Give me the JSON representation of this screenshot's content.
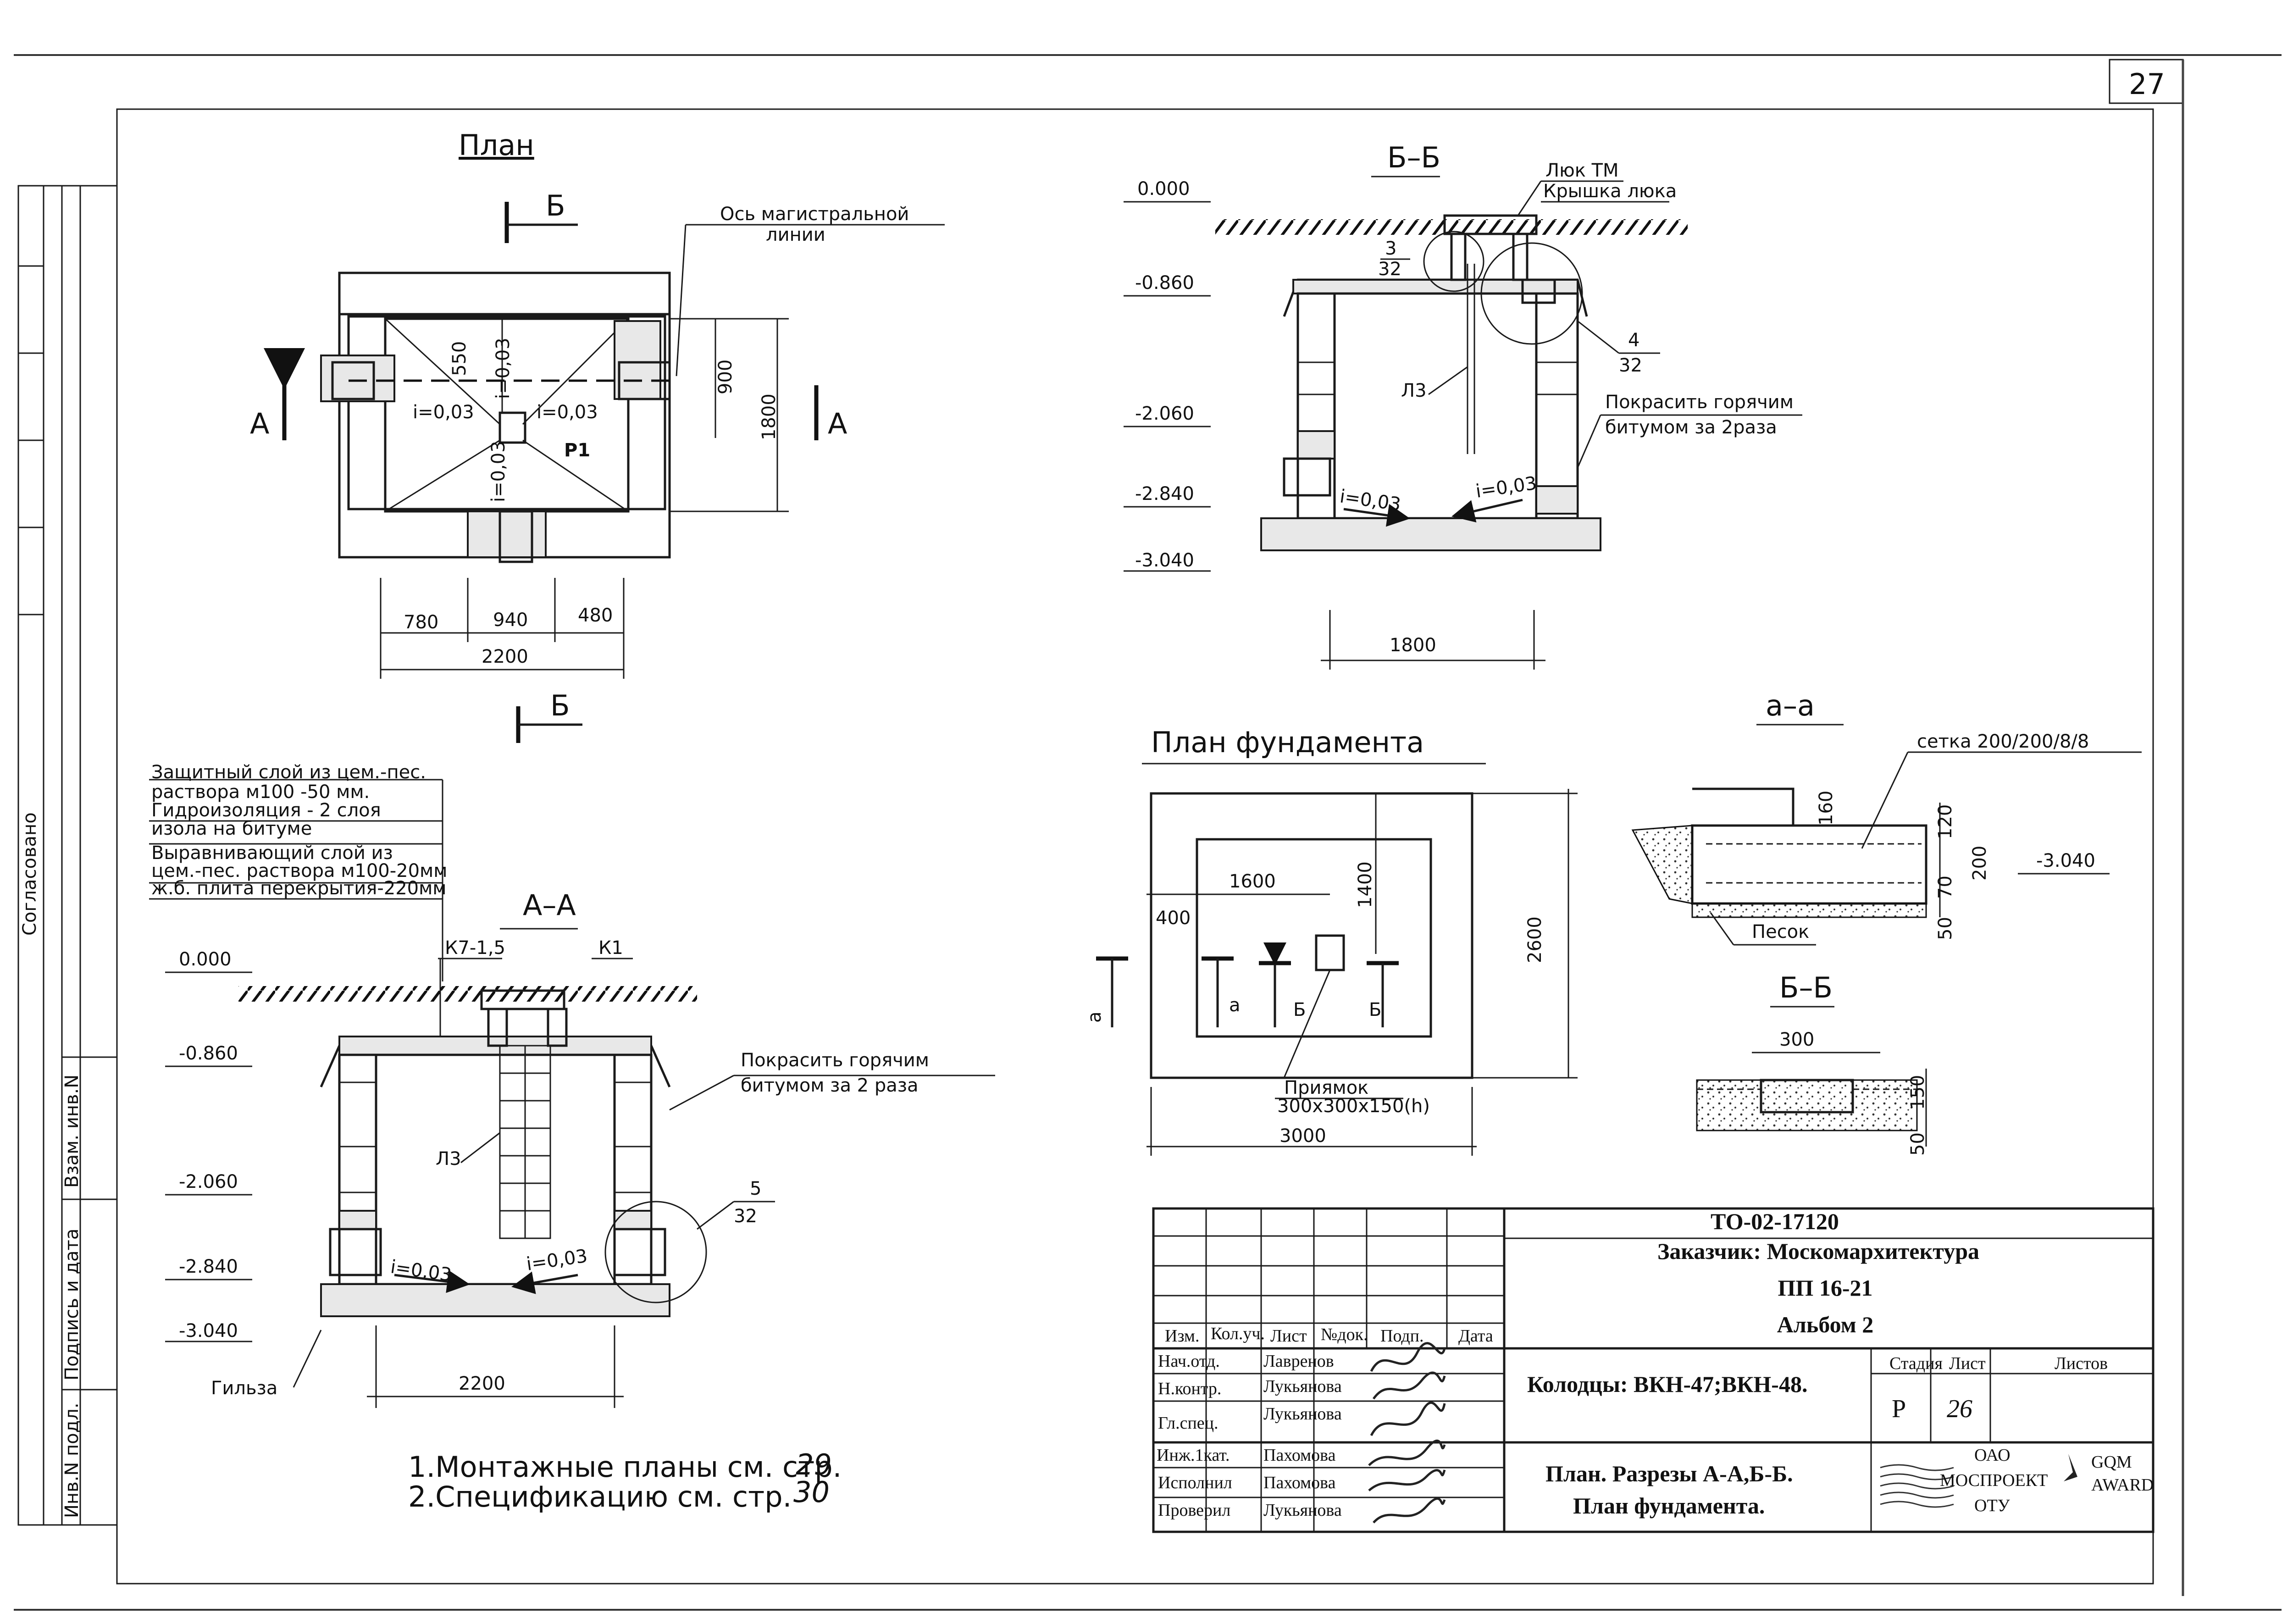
{
  "sheet": {
    "page_number": "27",
    "stamp_vertical": "Согласовано",
    "side_stamp": [
      "Взам. инв.N",
      "Подпись и дата",
      "Инв.N подл."
    ]
  },
  "plan": {
    "title": "План",
    "section_mark": "Б",
    "section_a": "А",
    "axis_note_1": "Ось магистральной",
    "axis_note_2": "линии",
    "slope": "i=0,03",
    "label_p1": "Р1",
    "dim_550": "550",
    "dim_900": "900",
    "dim_1800": "1800",
    "dim_780": "780",
    "dim_940": "940",
    "dim_480": "480",
    "dim_2200": "2200"
  },
  "section_bb": {
    "title": "Б–Б",
    "note_luk": "Люк ТМ",
    "note_cover": "Крышка люка",
    "lvl_0": "0.000",
    "lvl_1": "-0.860",
    "lvl_2": "-2.060",
    "lvl_3": "-2.840",
    "lvl_4": "-3.040",
    "ref3_top": "3",
    "ref3_bot": "32",
    "ref4_top": "4",
    "ref4_bot": "32",
    "ladder": "Л3",
    "paint_1": "Покрасить горячим",
    "paint_2": "битумом за 2раза",
    "slope": "i=0,03",
    "dim_1800": "1800"
  },
  "layers": {
    "l1": "Защитный слой из цем.-пес.",
    "l2": "раствора м100 -50 мм.",
    "l3": "Гидроизоляция - 2 слоя",
    "l4": "изола на битуме",
    "l5": "Выравнивающий слой из",
    "l6": "цем.-пес. раствора м100-20мм",
    "l7": "ж.б. плита перекрытия-220мм"
  },
  "section_aa": {
    "title": "А–А",
    "k7": "К7-1,5",
    "k1": "К1",
    "lvl_0": "0.000",
    "lvl_1": "-0.860",
    "lvl_2": "-2.060",
    "lvl_3": "-2.840",
    "lvl_4": "-3.040",
    "ladder": "Л3",
    "paint_1": "Покрасить горячим",
    "paint_2": "битумом за 2 раза",
    "ref5_top": "5",
    "ref5_bot": "32",
    "slope": "i=0,03",
    "sleeve": "Гильза",
    "dim_2200": "2200"
  },
  "foundation": {
    "title": "План фундамента",
    "dim_1600": "1600",
    "dim_400": "400",
    "dim_1400": "1400",
    "dim_2600": "2600",
    "dim_3000": "3000",
    "mark_a": "а",
    "mark_b": "Б",
    "pit_1": "Приямок",
    "pit_2": "300х300х150(h)"
  },
  "section_a_small": {
    "title": "а–а",
    "mesh": "сетка 200/200/8/8",
    "dim_160": "160",
    "dim_120": "120",
    "dim_200": "200",
    "dim_70": "70",
    "dim_50": "50",
    "lvl": "-3.040",
    "sand": "Песок"
  },
  "section_b_small": {
    "title": "Б–Б",
    "dim_300": "300",
    "dim_150": "150",
    "dim_50": "50"
  },
  "notes": {
    "n1": "1.Монтажные планы см. стр.",
    "n1_page": "29",
    "n2": "2.Спецификацию см. стр.",
    "n2_page": "30"
  },
  "titleblock": {
    "code": "ТО-02-17120",
    "customer": "Заказчик: Москомархитектура",
    "project": "ПП 16-21",
    "album": "Альбом 2",
    "object": "Колодцы: ВКН-47;ВКН-48.",
    "content_1": "План. Разрезы А-А,Б-Б.",
    "content_2": "План фундамента.",
    "h_izm": "Изм.",
    "h_koluch": "Кол.уч.",
    "h_list": "Лист",
    "h_ndok": "№док.",
    "h_podp": "Подп.",
    "h_data": "Дата",
    "h_stage": "Стадия",
    "h_sheet": "Лист",
    "h_sheets": "Листов",
    "stage": "Р",
    "sheet": "26",
    "rows": [
      {
        "role": "Нач.отд.",
        "name": "Лавренов"
      },
      {
        "role": "Н.контр.",
        "name": "Лукьянова"
      },
      {
        "role": "Гл.спец.",
        "name": "Лукьянова"
      },
      {
        "role": "Инж.1кат.",
        "name": "Пахомова"
      },
      {
        "role": "Исполнил",
        "name": "Пахомова"
      },
      {
        "role": "Проверил",
        "name": "Лукьянова"
      }
    ],
    "org_1": "ОАО",
    "org_2": "МОСПРОЕКТ",
    "org_3": "ОТУ",
    "award_1": "GQM",
    "award_2": "AWARD"
  }
}
